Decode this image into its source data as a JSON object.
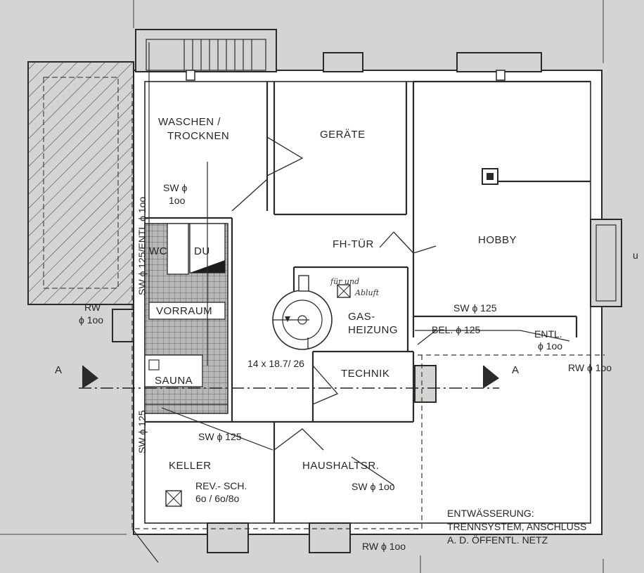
{
  "rooms": {
    "waschen_line1": "WASCHEN /",
    "waschen_line2": "TROCKNEN",
    "geraete": "GERÄTE",
    "hobby": "HOBBY",
    "fh_tuer": "FH-TÜR",
    "wc": "WC",
    "du": "DU",
    "vorraum": "VORRAUM",
    "sauna": "SAUNA",
    "gas_line1": "GAS-",
    "gas_line2": "HEIZUNG",
    "technik": "TECHNIK",
    "keller": "KELLER",
    "haushalt": "HAUSHALTSR.",
    "rev_line1": "REV.- SCH.",
    "rev_line2": "6o / 6o/8o"
  },
  "pipes": {
    "sw_line1": "SW ϕ",
    "sw_line2": "1oo",
    "entl_vertical": "SW ϕ 125/ENTL.ϕ 1oo",
    "sw_125_hobby": "SW ϕ  125",
    "bel_125": "BEL. ϕ 125",
    "entl_line1": "ENTL.",
    "entl_line2": "ϕ 1oo",
    "rw_line1": "RW",
    "rw_line2": "ϕ 1oo",
    "rw_right": "RW ϕ 1oo",
    "sw_125_keller": "SW ϕ 125",
    "sw_vertical_left": "SW ϕ 125",
    "sw_100_haushalt": "SW ϕ 1oo",
    "rw_bottom": "RW ϕ 1oo"
  },
  "stair": {
    "dimensions": "14 x 18.7/ 26"
  },
  "section": {
    "left": "A",
    "right": "A"
  },
  "handwriting": {
    "line1": "für  und",
    "line2": "Abluft"
  },
  "legend": {
    "line1": "ENTWÄSSERUNG:",
    "line2": "TRENNSYSTEM,  ANSCHLUSS",
    "line3": "A. D.  ÖFFENTL.  NETZ"
  },
  "margin_mark": "u"
}
